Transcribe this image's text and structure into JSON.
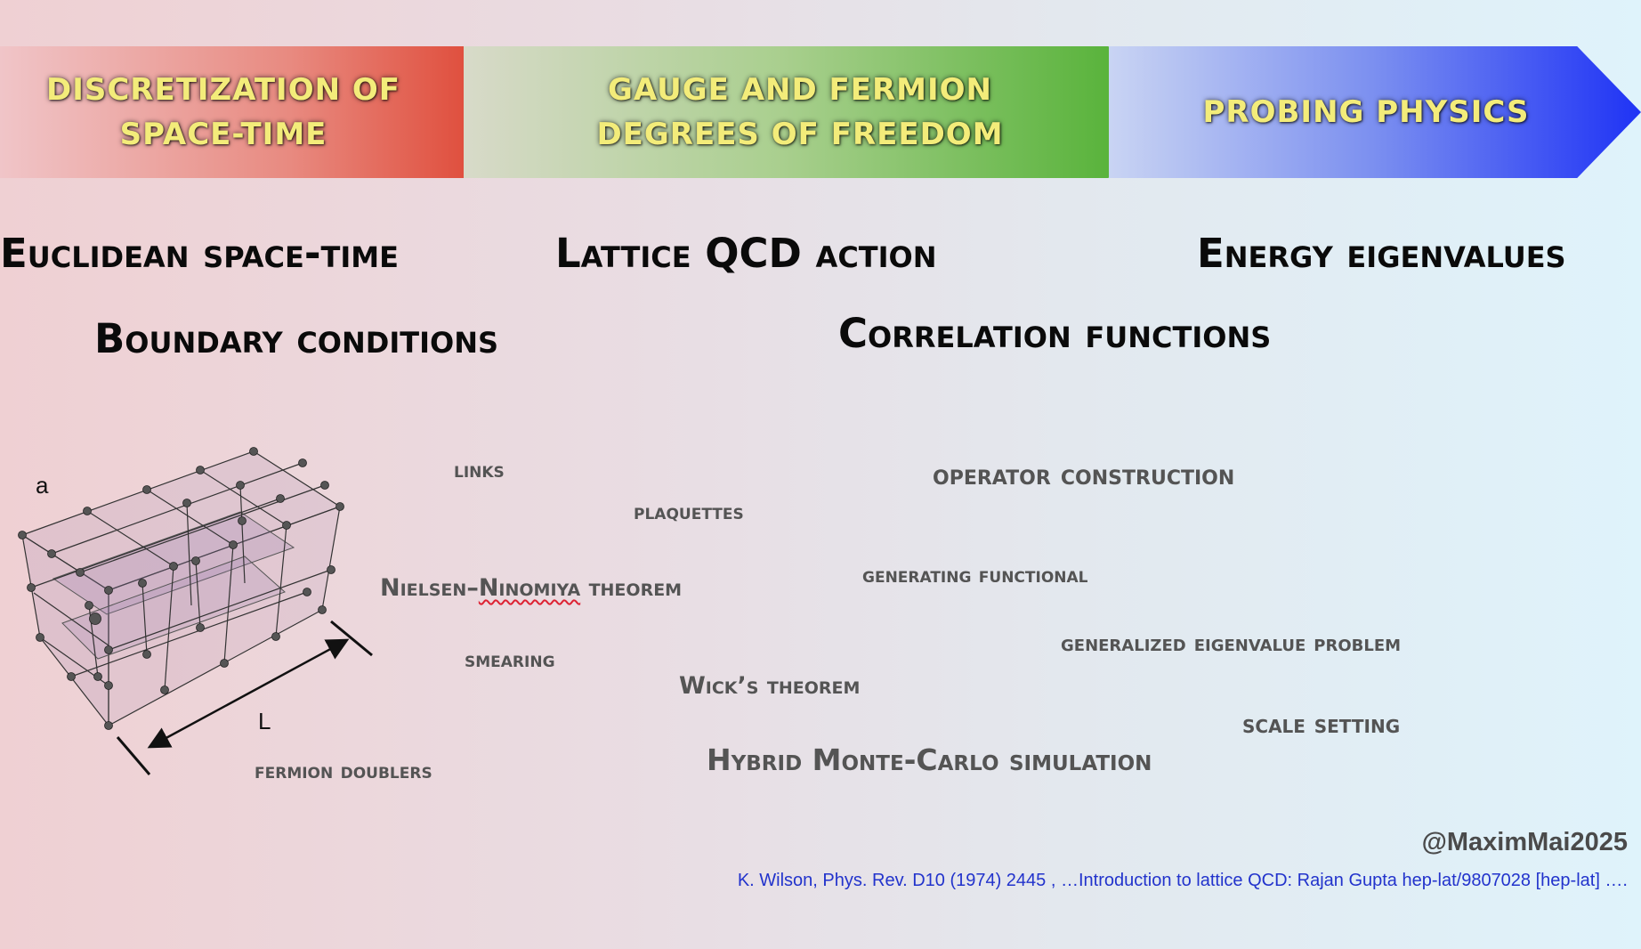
{
  "banner": {
    "stage1": {
      "line1": "DISCRETIZATION OF",
      "line2": "SPACE-TIME"
    },
    "stage2": {
      "line1": "GAUGE AND FERMION",
      "line2": "DEGREES OF FREEDOM"
    },
    "stage3": {
      "line1": "PROBING PHYSICS"
    }
  },
  "headings": {
    "euclidean": "Euclidean space-time",
    "lattice_action": "Lattice QCD action",
    "energy": "Energy eigenvalues",
    "boundary": "Boundary conditions",
    "correlation": "Correlation functions"
  },
  "lattice": {
    "label_a": "a",
    "label_L": "L"
  },
  "terms": {
    "links": "links",
    "plaquettes": "plaquettes",
    "nn_part1": "Nielsen–",
    "nn_part2": "Ninomiya",
    "nn_part3": " theorem",
    "smearing": "smearing",
    "fermion_doublers": "fermion doublers",
    "operator": "operator construction",
    "generating": "generating functional",
    "gevp": "generalized eigenvalue problem",
    "wick": "Wick’s theorem",
    "scale": "scale setting",
    "hmc": "Hybrid Monte-Carlo simulation"
  },
  "footer": {
    "handle": "@MaximMai2025",
    "refs": "K. Wilson, Phys. Rev. D10 (1974) 2445 , …Introduction to lattice QCD: Rajan Gupta hep-lat/9807028 [hep-lat] …."
  }
}
